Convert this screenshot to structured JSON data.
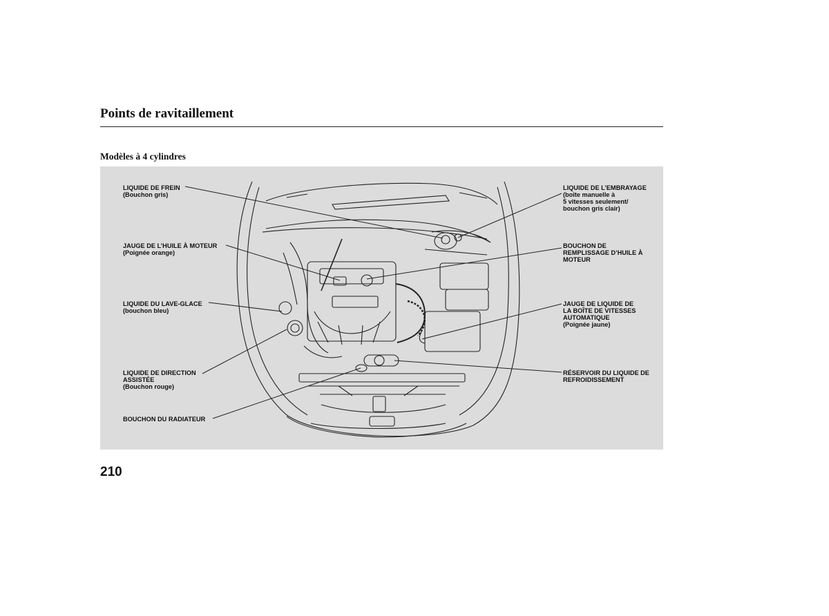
{
  "header": {
    "title": "Points de ravitaillement",
    "subtitle": "Modèles à 4 cylindres"
  },
  "callouts": {
    "brake": {
      "main": "LIQUIDE DE FREIN",
      "sub": "(Bouchon gris)"
    },
    "oil_dipstick": {
      "main": "JAUGE DE L’HUILE À MOTEUR",
      "sub": "(Poignée orange)"
    },
    "washer": {
      "main": "LIQUIDE DU LAVE-GLACE",
      "sub": "(bouchon bleu)"
    },
    "power_steering": {
      "main1": "LIQUIDE DE DIRECTION",
      "main2": "ASSISTÉE",
      "sub": "(Bouchon rouge)"
    },
    "radiator": {
      "main": "BOUCHON DU RADIATEUR"
    },
    "clutch": {
      "main": "LIQUIDE DE L’EMBRAYAGE",
      "sub1": "(boîte manuelle à",
      "sub2": "5 vitesses seulement/",
      "sub3": "bouchon gris clair)"
    },
    "oil_filler": {
      "main1": "BOUCHON DE",
      "main2": "REMPLISSAGE D’HUILE À",
      "main3": "MOTEUR"
    },
    "atf": {
      "main1": "JAUGE DE LIQUIDE DE",
      "main2": "LA BOÎTE DE VITESSES",
      "main3": "AUTOMATIQUE",
      "sub": "(Poignée jaune)"
    },
    "coolant": {
      "main1": "RÉSERVOIR DU LIQUIDE DE",
      "main2": "REFROIDISSEMENT"
    }
  },
  "footer": {
    "page_number": "210"
  }
}
